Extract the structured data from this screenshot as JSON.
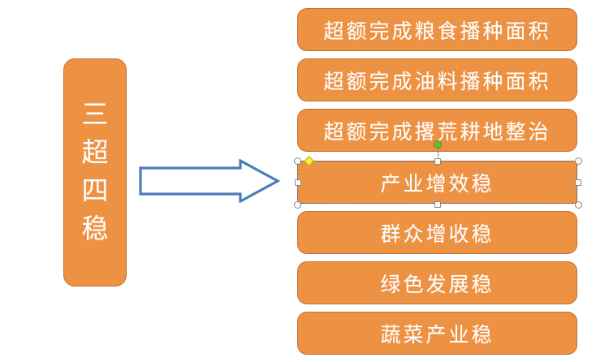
{
  "slide": {
    "background_color": "#FFFFFF",
    "shape_fill": "#ED9143",
    "shape_border": "#C0703A",
    "shape_text_color": "#FFFFFF",
    "arrow_color": "#4A7EBB"
  },
  "left_shape": {
    "name": "three-over-four-steady",
    "text": "三超四稳",
    "characters": [
      "三",
      "超",
      "四",
      "稳"
    ]
  },
  "arrow": {
    "name": "right-block-arrow",
    "direction": "right",
    "fill": "none",
    "outline_color": "#4A7EBB"
  },
  "right_shapes": [
    {
      "label": "超额完成粮食播种面积",
      "selected": false
    },
    {
      "label": "超额完成油料播种面积",
      "selected": false
    },
    {
      "label": "超额完成撂荒耕地整治",
      "selected": false
    },
    {
      "label": "产业增效稳",
      "selected": true
    },
    {
      "label": "群众增收稳",
      "selected": false
    },
    {
      "label": "绿色发展稳",
      "selected": false
    },
    {
      "label": "蔬菜产业稳",
      "selected": false
    }
  ],
  "selection": {
    "target_label": "产业增效稳",
    "rotation_handle_color": "#6DBE2C",
    "adjust_handle_color": "#FFF02A",
    "resize_handle_color": "#FBFBFB",
    "border_style": "dashed"
  }
}
